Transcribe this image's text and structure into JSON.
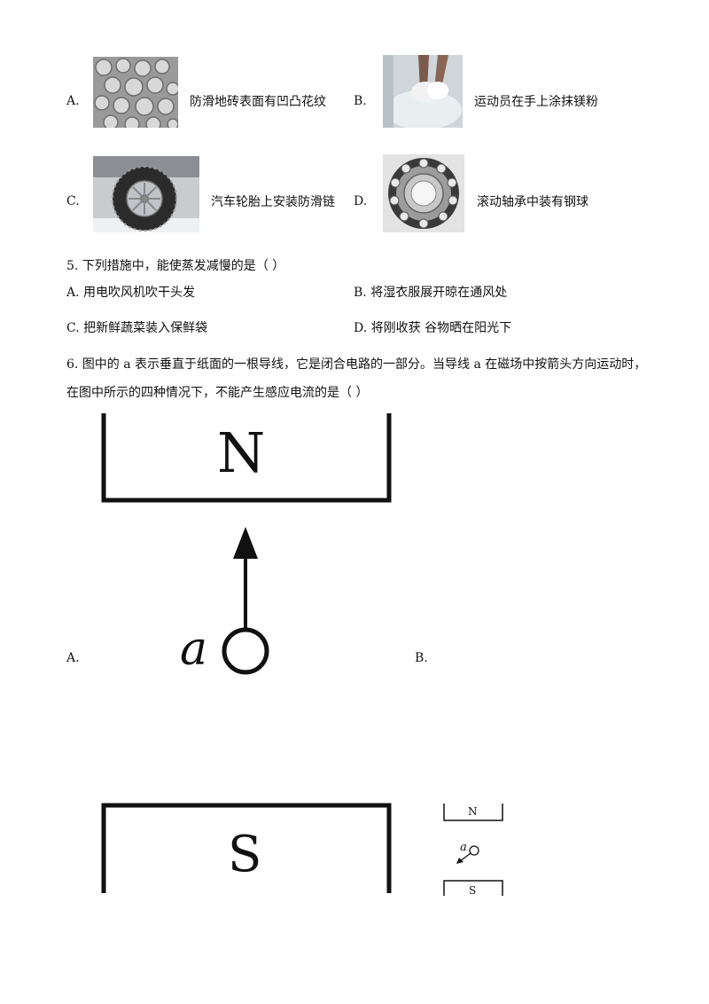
{
  "q4_options": [
    {
      "letter": "A.",
      "caption": "防滑地砖表面有凹凸花纹",
      "image": "patterned-tile-photo"
    },
    {
      "letter": "B.",
      "caption": "运动员在手上涂抹镁粉",
      "image": "chalk-hands-photo"
    },
    {
      "letter": "C.",
      "caption": "汽车轮胎上安装防滑链",
      "image": "tire-chain-photo"
    },
    {
      "letter": "D.",
      "caption": "滚动轴承中装有钢球",
      "image": "ball-bearing-photo"
    }
  ],
  "q5": {
    "stem": "5. 下列措施中，能使蒸发减慢的是（      ）",
    "options": [
      "A. 用电吹风机吹干头发",
      "B. 将湿衣服展开晾在通风处",
      "C. 把新鲜蔬菜装入保鲜袋",
      "D. 将刚收获            谷物晒在阳光下"
    ]
  },
  "q6": {
    "stem_line1": "6. 图中的 a 表示垂直于纸面的一根导线，它是闭合电路的一部分。当导线 a 在磁场中按箭头方向运动时，",
    "stem_line2": "在图中所示的四种情况下，不能产生感应电流的是（      ）",
    "fig_a": {
      "letter": "A.",
      "top_pole": "N",
      "bottom_pole": "S",
      "wire": "a"
    },
    "fig_b": {
      "letter": "B.",
      "top_pole": "N",
      "bottom_pole": "S",
      "wire": "a"
    }
  }
}
